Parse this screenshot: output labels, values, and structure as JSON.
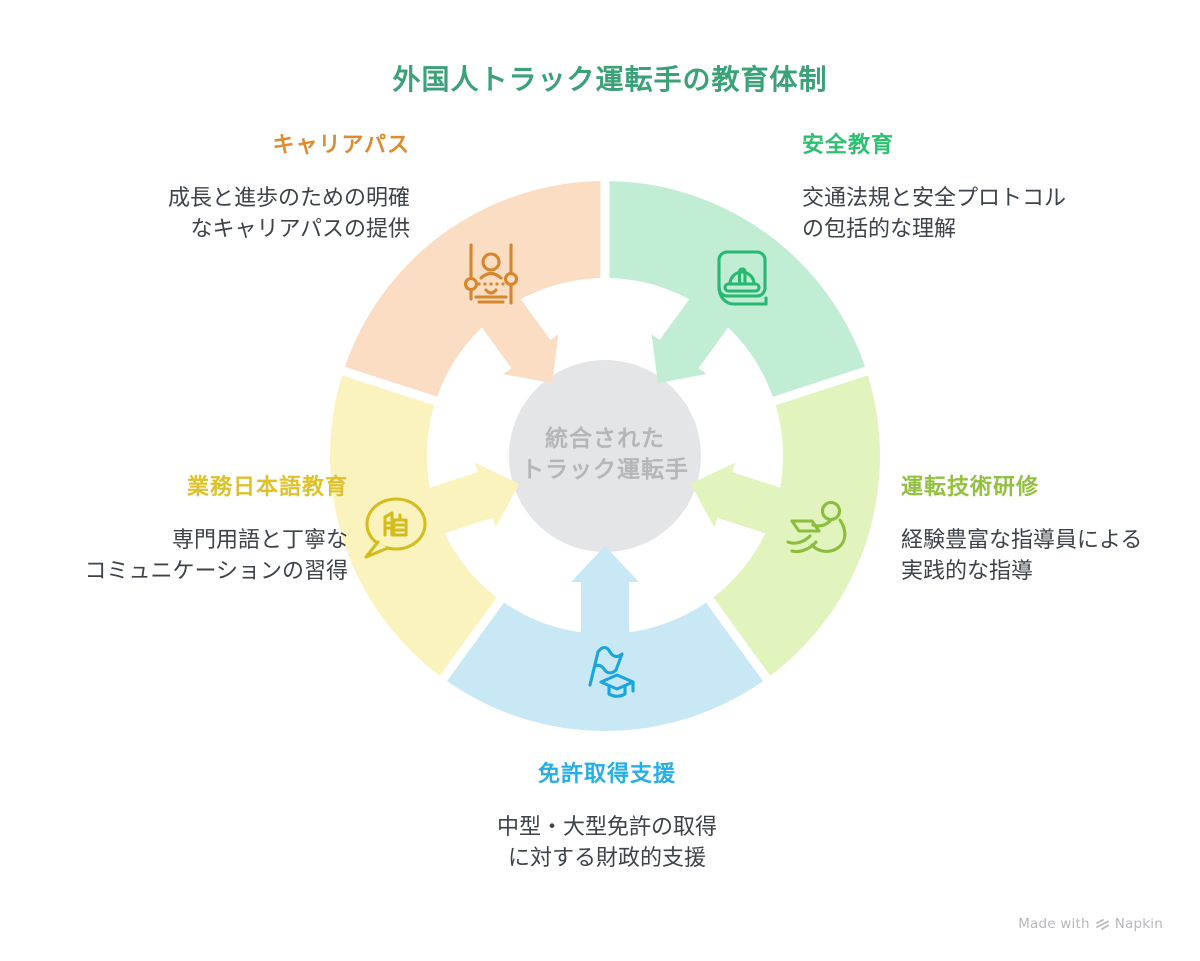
{
  "title": {
    "text": "外国人トラック運転手の教育体制",
    "color": "#3BA278"
  },
  "center": {
    "line1": "統合された",
    "line2": "トラック運転手",
    "circle_color": "#E4E5E7",
    "text_color": "#B4B7BA"
  },
  "description_color": "#3E4349",
  "segments": [
    {
      "id": "career",
      "label": "キャリアパス",
      "description": [
        "成長と進歩のための明確",
        "なキャリアパスの提供"
      ],
      "label_color": "#DE8C31",
      "fill": "#FADDC3",
      "icon": "career-path-icon",
      "icon_color": "#D8862B",
      "start_angle": 288,
      "end_angle": 360
    },
    {
      "id": "safety",
      "label": "安全教育",
      "description": [
        "交通法規と安全プロトコル",
        "の包括的な理解"
      ],
      "label_color": "#2BC16F",
      "fill": "#C0EDD4",
      "icon": "safety-manual-icon",
      "icon_color": "#29B871",
      "start_angle": 0,
      "end_angle": 72
    },
    {
      "id": "driving",
      "label": "運転技術研修",
      "description": [
        "経験豊富な指導員による",
        "実践的な指導"
      ],
      "label_color": "#92C13F",
      "fill": "#E1F4BE",
      "icon": "practical-training-icon",
      "icon_color": "#8CBE3C",
      "start_angle": 72,
      "end_angle": 144
    },
    {
      "id": "license",
      "label": "免許取得支援",
      "description": [
        "中型・大型免許の取得",
        "に対する財政的支援"
      ],
      "label_color": "#27AEE4",
      "fill": "#C8E8F6",
      "icon": "graduation-flag-icon",
      "icon_color": "#1BA5DD",
      "start_angle": 144,
      "end_angle": 216
    },
    {
      "id": "japanese",
      "label": "業務日本語教育",
      "description": [
        "専門用語と丁寧な",
        "コミュニケーションの習得"
      ],
      "label_color": "#DEC22B",
      "fill": "#FAF3BE",
      "icon": "speech-bubble-icon",
      "icon_color": "#D4BC1E",
      "start_angle": 216,
      "end_angle": 288
    }
  ],
  "watermark": {
    "prefix": "Made with",
    "brand": "Napkin",
    "color": "#B5B9BD"
  }
}
